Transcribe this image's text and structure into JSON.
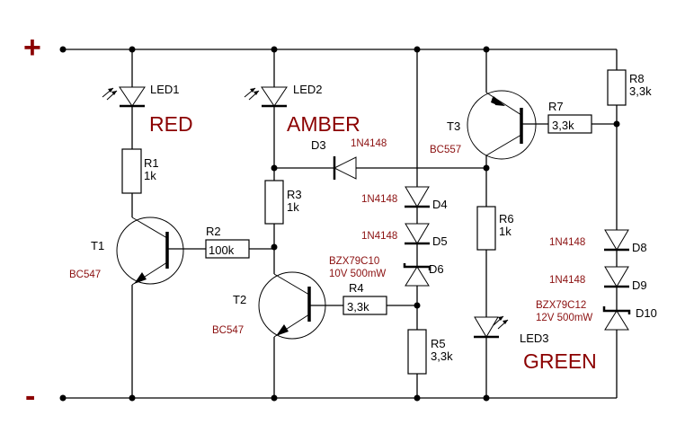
{
  "terminals": {
    "plus": "+",
    "minus": "-"
  },
  "colors": {
    "wire": "#000000",
    "part_label": "#8b1010",
    "led_color_label": "#8b0000"
  },
  "leds": [
    {
      "ref": "LED1",
      "color": "RED"
    },
    {
      "ref": "LED2",
      "color": "AMBER"
    },
    {
      "ref": "LED3",
      "color": "GREEN"
    }
  ],
  "resistors": [
    {
      "ref": "R1",
      "value": "1k"
    },
    {
      "ref": "R2",
      "value": "100k"
    },
    {
      "ref": "R3",
      "value": "1k"
    },
    {
      "ref": "R4",
      "value": "3,3k"
    },
    {
      "ref": "R5",
      "value": "3,3k"
    },
    {
      "ref": "R6",
      "value": "1k"
    },
    {
      "ref": "R7",
      "value": "3,3k"
    },
    {
      "ref": "R8",
      "value": "3,3k"
    }
  ],
  "transistors": [
    {
      "ref": "T1",
      "part": "BC547"
    },
    {
      "ref": "T2",
      "part": "BC547"
    },
    {
      "ref": "T3",
      "part": "BC557"
    }
  ],
  "diodes": [
    {
      "ref": "D3",
      "part": "1N4148"
    },
    {
      "ref": "D4",
      "part": "1N4148"
    },
    {
      "ref": "D5",
      "part": "1N4148"
    },
    {
      "ref": "D6",
      "part": "BZX79C10",
      "rating": "10V 500mW"
    },
    {
      "ref": "D8",
      "part": "1N4148"
    },
    {
      "ref": "D9",
      "part": "1N4148"
    },
    {
      "ref": "D10",
      "part": "BZX79C12",
      "rating": "12V 500mW"
    }
  ]
}
